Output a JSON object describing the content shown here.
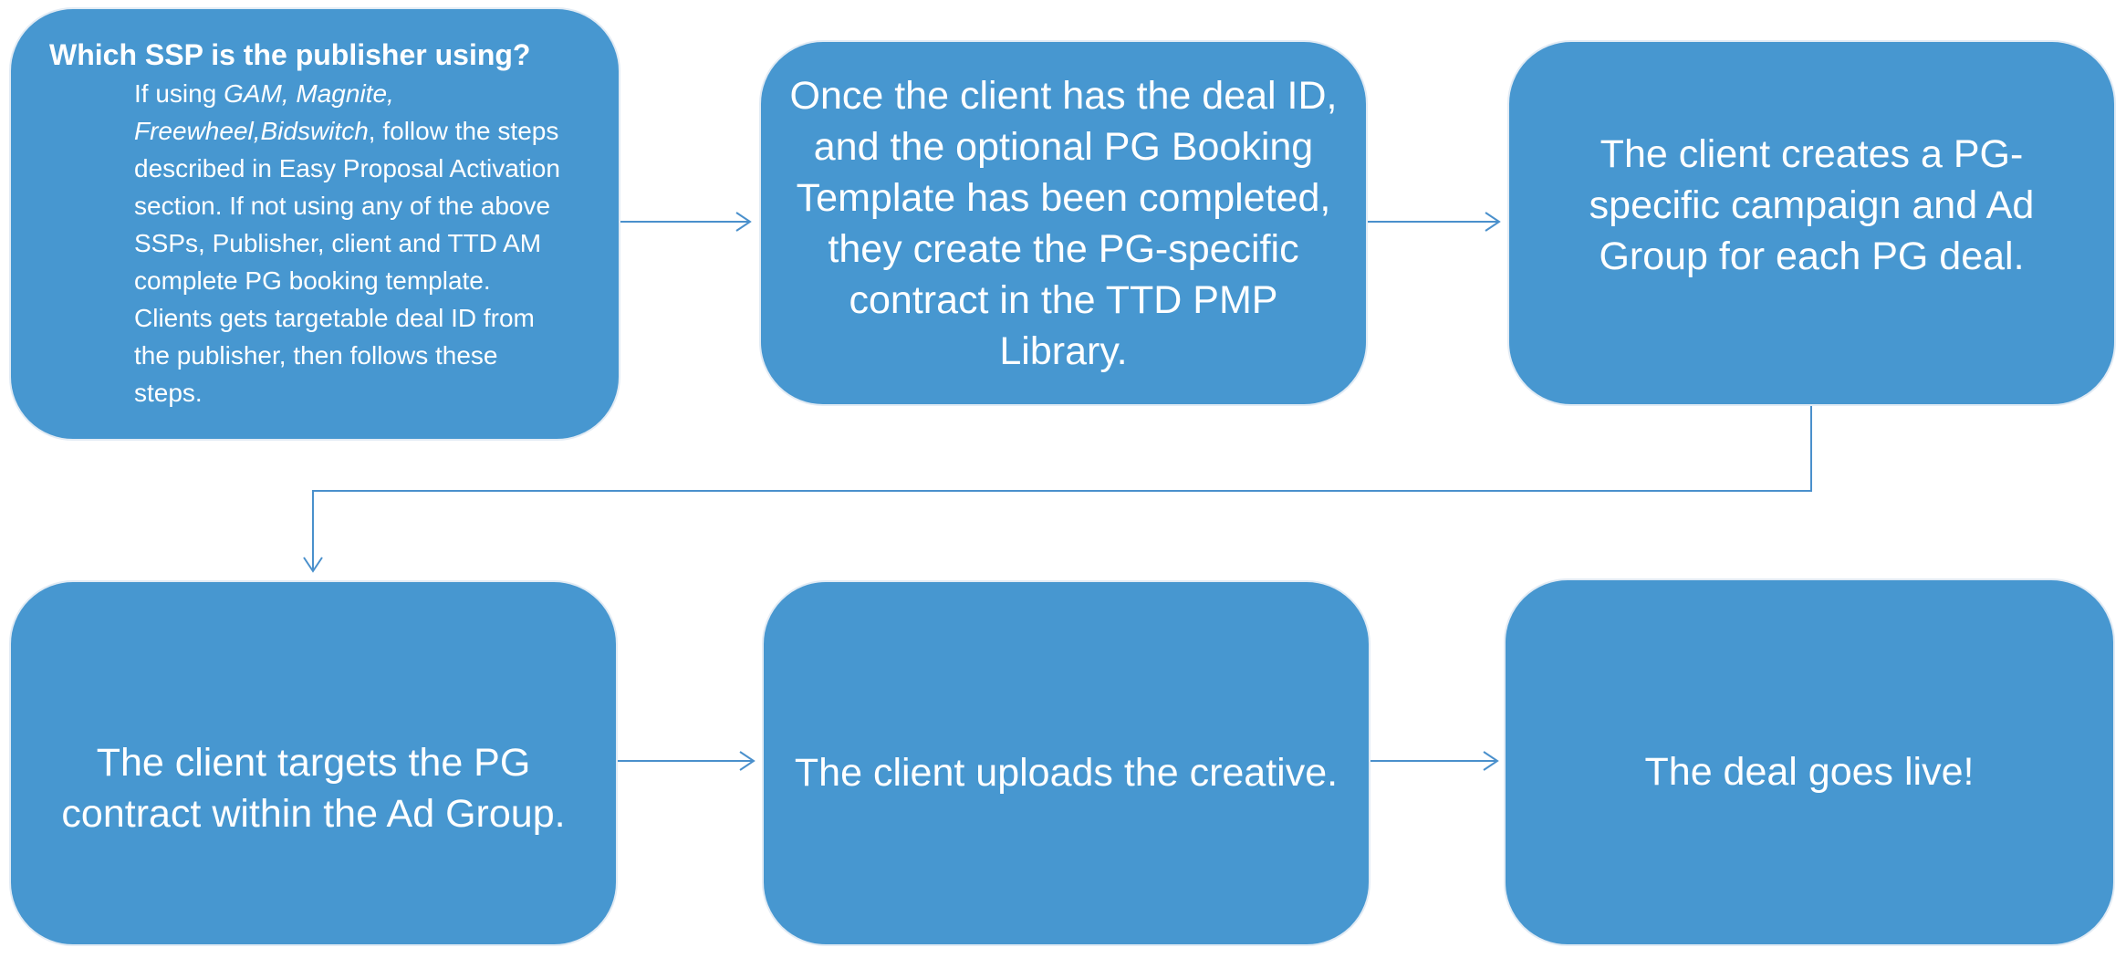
{
  "step1": {
    "title": "Which SSP is the publisher using?",
    "body_prefix": "If using ",
    "body_ssps": "GAM, Magnite, Freewheel,Bidswitch",
    "body_rest": ", follow the steps described in Easy Proposal Activation section. If not using any of the above SSPs, Publisher, client and TTD AM complete PG booking template. Clients gets targetable deal ID from the publisher, then follows these steps."
  },
  "step2": {
    "text": "Once the client has the deal ID, and the optional PG Booking Template has been completed, they create the PG-specific contract in the TTD PMP Library."
  },
  "step3": {
    "text": "The client creates a PG-specific campaign and Ad Group for each PG deal."
  },
  "step4": {
    "text": "The client targets the PG contract within the Ad Group."
  },
  "step5": {
    "text": "The client uploads the creative."
  },
  "step6": {
    "text": "The deal goes live!"
  },
  "colors": {
    "box_fill": "#4797d0",
    "box_border": "#e2ebf4",
    "connector": "#4a90cc",
    "text": "#ffffff"
  }
}
